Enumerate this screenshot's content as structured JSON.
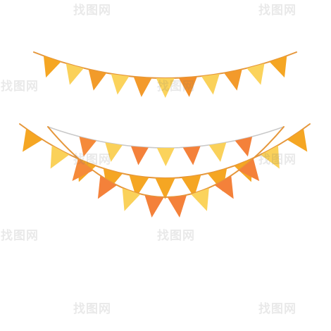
{
  "image": {
    "background": "#ffffff",
    "watermark": {
      "text": "找图网"
    },
    "garlands": [
      {
        "name": "top-garland",
        "string_color": "#e5963a",
        "flag_colors": [
          "#f5a623",
          "#fad15a",
          "#f29b2a",
          "#fbd35c",
          "#f39a2b",
          "#fbd35c",
          "#f28f2a",
          "#fad15a",
          "#f39a2b",
          "#fbd35c",
          "#f5a623"
        ]
      },
      {
        "name": "middle-garland",
        "string_color": "#c9c9c9",
        "flag_colors": [
          "#f58a3a",
          "#fad15a",
          "#f4813a",
          "#fbd35c",
          "#f4813a",
          "#fad15a",
          "#f4813a"
        ]
      },
      {
        "name": "lower-garland",
        "string_color": "#e5963a",
        "flag_colors": [
          "#f5a623",
          "#fad15a",
          "#f5a623",
          "#f5a623",
          "#f5a623",
          "#f5a623",
          "#f5a623",
          "#f5a623",
          "#f5a623",
          "#fad15a",
          "#f5a623"
        ]
      },
      {
        "name": "bottom-garland",
        "string_color": "#e5963a",
        "flag_colors": [
          "#f58a3a",
          "#f4813a",
          "#fad15a",
          "#f4813a",
          "#f4813a",
          "#fbd35c",
          "#f4813a",
          "#f4813a"
        ]
      }
    ]
  }
}
